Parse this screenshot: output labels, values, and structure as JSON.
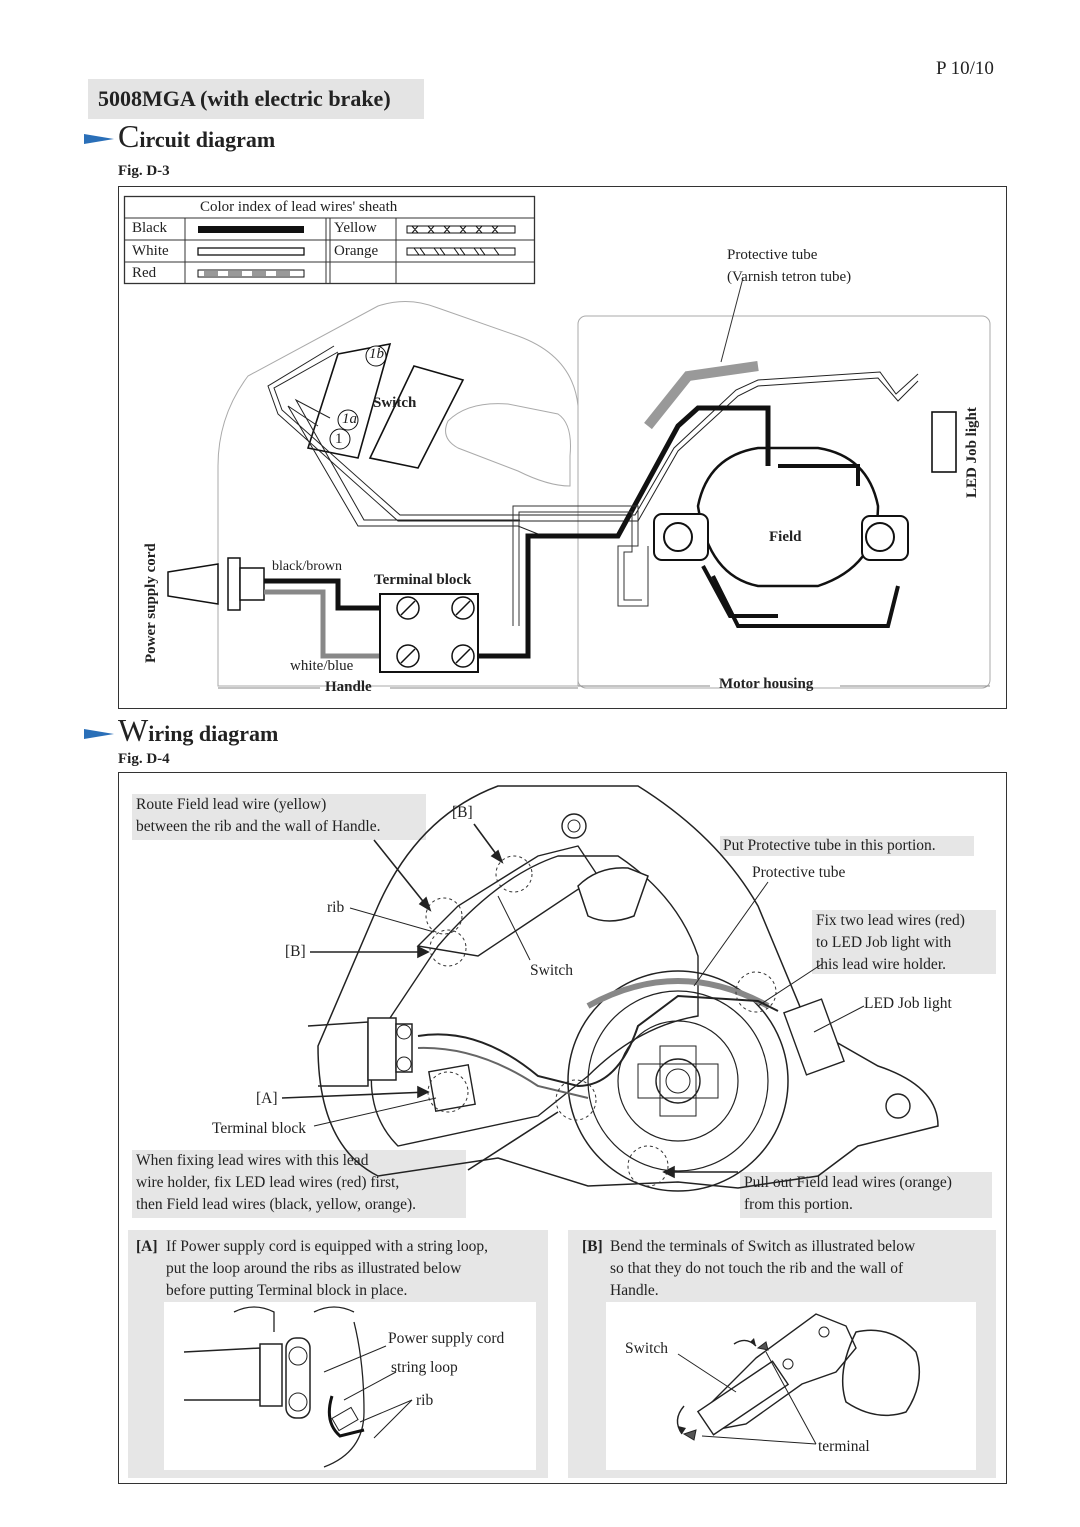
{
  "page": {
    "number": "P 10/10",
    "model_title": "5008MGA (with electric brake)"
  },
  "circuit": {
    "heading_cap": "C",
    "heading_rest": "ircuit  diagram",
    "fig_label": "Fig. D-3",
    "color_index": {
      "title": "Color index of lead wires' sheath",
      "colors": [
        "Black",
        "White",
        "Red",
        "Yellow",
        "Orange"
      ]
    },
    "labels": {
      "protective_tube": "Protective tube",
      "varnish": "(Varnish tetron tube)",
      "switch": "Switch",
      "pin_1b": "1b",
      "pin_1a": "1a",
      "pin_1": "1",
      "led_job_light": "LED Job light",
      "field": "Field",
      "power_supply_cord": "Power supply cord",
      "black_brown": "black/brown",
      "terminal_block": "Terminal block",
      "white_blue": "white/blue",
      "handle": "Handle",
      "motor_housing": "Motor housing"
    }
  },
  "wiring": {
    "heading_cap": "W",
    "heading_rest": "iring  diagram",
    "fig_label": "Fig. D-4",
    "notes": {
      "route_field": [
        "Route Field lead wire (yellow)",
        "between the rib and the wall of Handle."
      ],
      "b_top": "[B]",
      "put_tube": "Put Protective tube in this portion.",
      "protective_tube": "Protective tube",
      "fix_led": [
        "Fix two lead wires (red)",
        "to LED Job light with",
        "this lead wire holder."
      ],
      "rib": "rib",
      "b_left": "[B]",
      "switch": "Switch",
      "led_job_light": "LED Job light",
      "a_label": "[A]",
      "terminal_block": "Terminal block",
      "when_fixing": [
        "When fixing lead wires with this lead",
        "wire holder, fix LED lead wires (red) first,",
        "then Field lead wires (black, yellow, orange)."
      ],
      "pull_out": [
        "Pull out Field lead wires (orange)",
        "from this portion."
      ]
    },
    "detail_a": {
      "tag": "[A]",
      "lines": [
        "If Power supply cord is equipped with a string loop,",
        "put the loop around the ribs as illustrated below",
        "before putting Terminal block in place."
      ],
      "power_supply_cord": "Power supply cord",
      "string_loop": "string loop",
      "rib": "rib"
    },
    "detail_b": {
      "tag": "[B]",
      "lines": [
        "Bend the terminals of Switch as illustrated below",
        "so that they do not touch the rib and the wall of",
        "Handle."
      ],
      "switch": "Switch",
      "terminal": "terminal"
    }
  }
}
